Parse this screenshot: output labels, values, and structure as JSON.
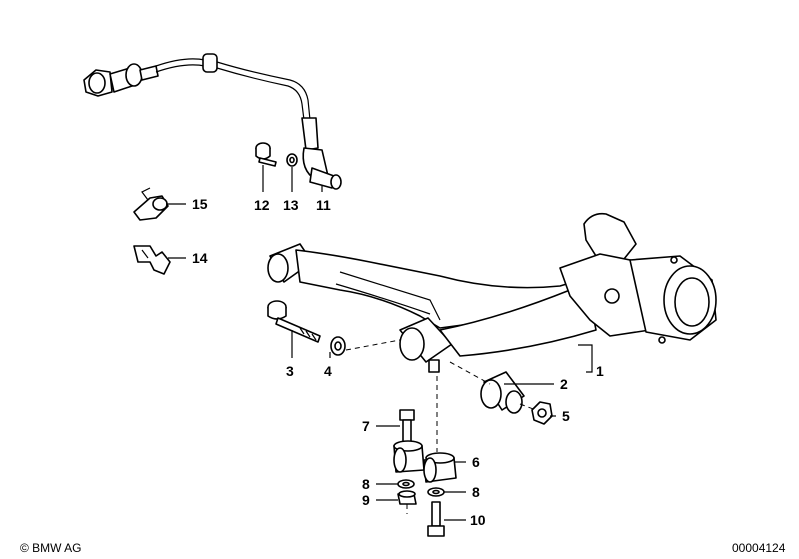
{
  "labels": {
    "p1": "1",
    "p2": "2",
    "p3": "3",
    "p4": "4",
    "p5": "5",
    "p6": "6",
    "p7": "7",
    "p8a": "8",
    "p8b": "8",
    "p9": "9",
    "p10": "10",
    "p11": "11",
    "p12": "12",
    "p13": "13",
    "p14": "14",
    "p15": "15"
  },
  "footer": {
    "copyright": "© BMW AG",
    "catalog_number": "00004124"
  }
}
